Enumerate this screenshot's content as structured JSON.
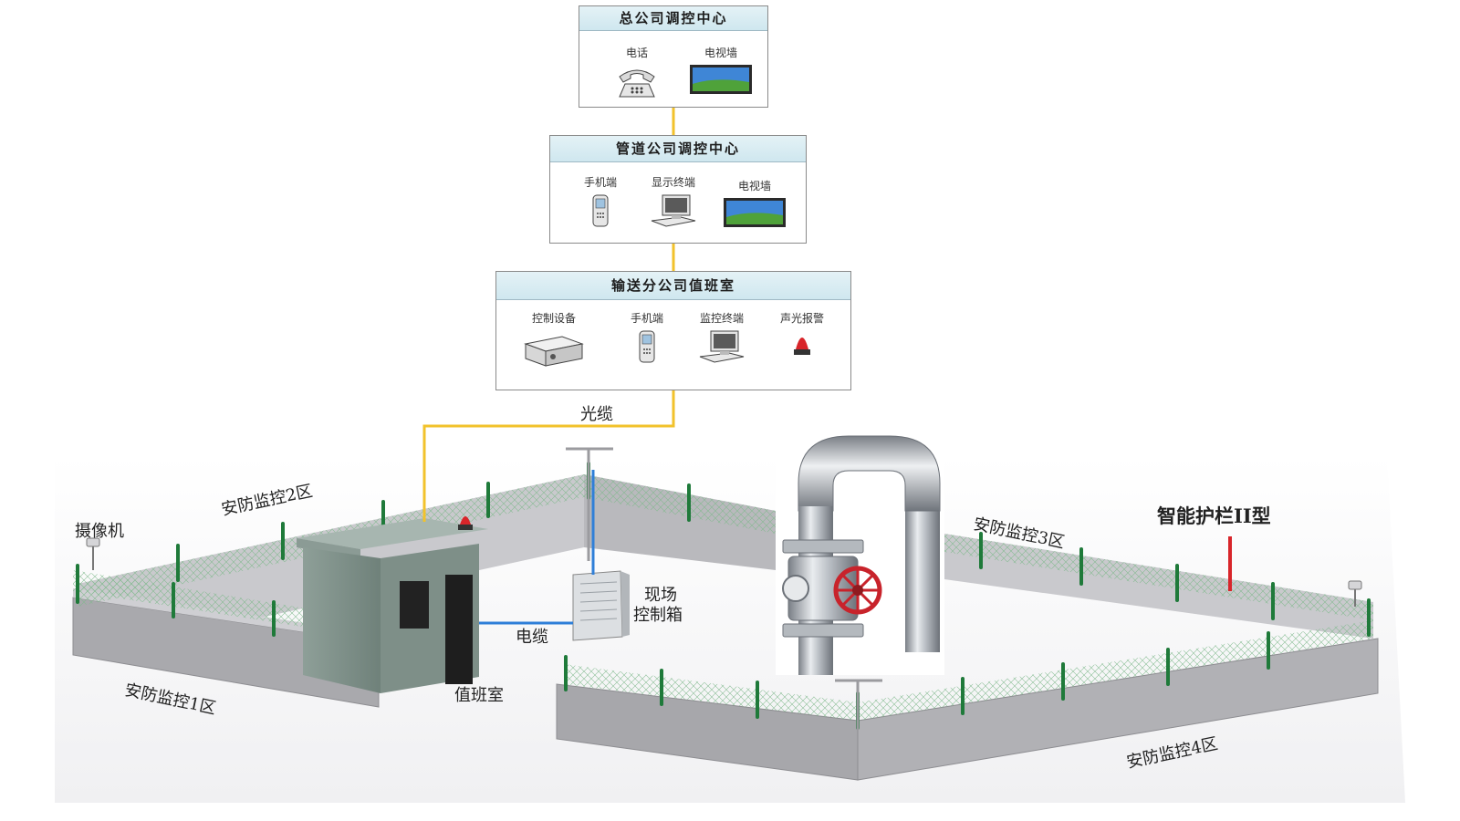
{
  "hq_center": {
    "title": "总公司调控中心",
    "items": [
      "电话",
      "电视墙"
    ]
  },
  "pipeline_center": {
    "title": "管道公司调控中心",
    "items": [
      "手机端",
      "显示终端",
      "电视墙"
    ]
  },
  "branch_room": {
    "title": "输送分公司值班室",
    "items": [
      "控制设备",
      "手机端",
      "监控终端",
      "声光报警"
    ]
  },
  "cable_labels": {
    "fiber": "光缆",
    "power": "电缆"
  },
  "scene_labels": {
    "camera": "摄像机",
    "zone1": "安防监控1区",
    "zone2": "安防监控2区",
    "zone3": "安防监控3区",
    "zone4": "安防监控4区",
    "guard_room": "值班室",
    "control_box_line1": "现场",
    "control_box_line2": "控制箱",
    "fence_type": "智能护栏II型"
  },
  "colors": {
    "fiber_cable": "#f2c22b",
    "power_cable": "#2f7fd8",
    "fence_post": "#1f7a3a",
    "wall": "#a9a9ad",
    "marker": "#d8252a"
  }
}
